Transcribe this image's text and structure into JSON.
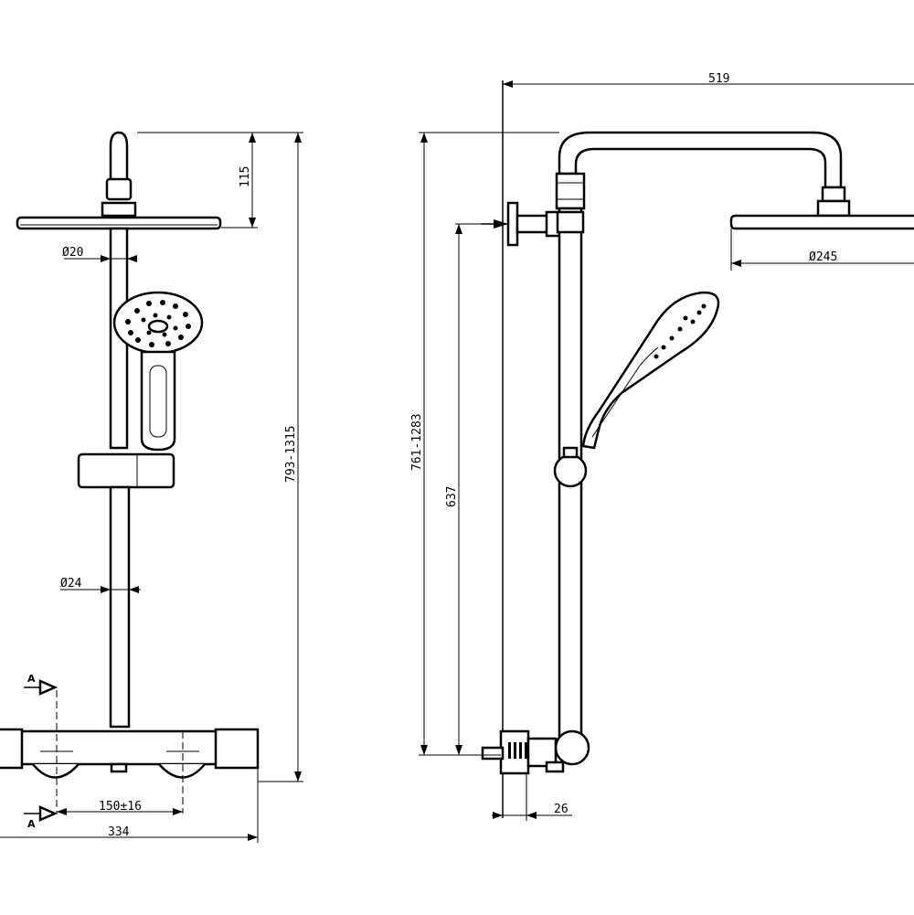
{
  "front_view": {
    "dim_head_height": "115",
    "dim_total_height": "793-1315",
    "dim_top_pipe_diameter": "Ø20",
    "dim_rail_diameter": "Ø24",
    "dim_inlet_spacing": "150±16",
    "dim_mixer_width": "334",
    "section_label_top": "A",
    "section_label_bottom": "A"
  },
  "side_view": {
    "dim_projection": "519",
    "dim_total_height": "761-1283",
    "dim_bracket_height": "637",
    "dim_head_diameter": "Ø245",
    "dim_wall_offset": "26"
  }
}
